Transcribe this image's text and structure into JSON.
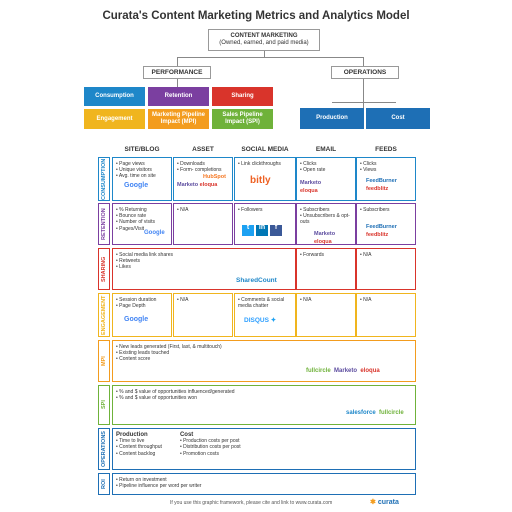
{
  "title": "Curata's Content Marketing Metrics and Analytics Model",
  "top_box": {
    "line1": "CONTENT MARKETING",
    "line2": "(Owned, earned, and paid media)"
  },
  "performance": {
    "label": "PERFORMANCE",
    "boxes": [
      {
        "label": "Consumption",
        "color": "#1e87c9"
      },
      {
        "label": "Retention",
        "color": "#7b3fa0"
      },
      {
        "label": "Sharing",
        "color": "#d9342b"
      },
      {
        "label": "Engagement",
        "color": "#f0b51e"
      },
      {
        "label": "Marketing Pipeline Impact (MPI)",
        "color": "#f39c1e"
      },
      {
        "label": "Sales Pipeline Impact (SPI)",
        "color": "#6fb23a"
      }
    ]
  },
  "operations": {
    "label": "OPERATIONS",
    "boxes": [
      {
        "label": "Production",
        "color": "#1e6fb5"
      },
      {
        "label": "Cost",
        "color": "#1e6fb5"
      }
    ]
  },
  "columns": [
    "SITE/BLOG",
    "ASSET",
    "SOCIAL MEDIA",
    "EMAIL",
    "FEEDS"
  ],
  "rows": {
    "consumption": {
      "label": "CONSUMPTION",
      "color": "#1e87c9",
      "cells": [
        [
          "Page views",
          "Unique visitors",
          "Avg. time on site"
        ],
        [
          "Downloads",
          "Form- completions"
        ],
        [
          "Link clickthroughs"
        ],
        [
          "Clicks",
          "Open rate"
        ],
        [
          "Clicks",
          "Views"
        ]
      ],
      "logos": [
        "Google Analytics",
        "HubSpot Marketo eloqua",
        "bitly",
        "Marketo eloqua",
        "FeedBurner feedblitz"
      ]
    },
    "retention": {
      "label": "RETENTION",
      "color": "#7b3fa0",
      "cells": [
        [
          "% Returning",
          "Bounce rate",
          "Number of visits",
          "Pages/Visit"
        ],
        [
          "N/A"
        ],
        [
          "Followers"
        ],
        [
          "Subscribers",
          "Unsubscribers & opt-outs"
        ],
        [
          "Subscribers"
        ]
      ],
      "logos": [
        "Google Analytics",
        "",
        "twitter in f",
        "Marketo eloqua",
        "FeedBurner feedblitz"
      ]
    },
    "sharing": {
      "label": "SHARING",
      "color": "#d9342b",
      "cells": [
        [
          "Social media link shares",
          "Retweets",
          "Likes"
        ],
        [
          "Forwards"
        ],
        [
          "N/A"
        ]
      ],
      "logos": [
        "SharedCount"
      ]
    },
    "engagement": {
      "label": "ENGAGEMENT",
      "color": "#f0b51e",
      "cells": [
        [
          "Session duration",
          "Page Depth"
        ],
        [
          "N/A"
        ],
        [
          "Comments & social media chatter"
        ],
        [
          "N/A"
        ],
        [
          "N/A"
        ]
      ],
      "logos": [
        "Google Analytics",
        "",
        "DISQUS twitter",
        "",
        ""
      ]
    },
    "mpi": {
      "label": "MPI",
      "color": "#f39c1e",
      "items": [
        "New leads generated (First, last, & multitouch)",
        "Existing leads touched",
        "Content score"
      ],
      "logos": "fullcircle Marketo eloqua"
    },
    "spi": {
      "label": "SPI",
      "color": "#6fb23a",
      "items": [
        "% and $ value of opportunities influenced/generated",
        "% and $ value of opportunities won"
      ],
      "logos": "salesforce fullcircle"
    },
    "operations": {
      "label": "OPERATIONS",
      "color": "#1e6fb5",
      "production": {
        "head": "Production",
        "items": [
          "Time to live",
          "Content throughput",
          "Content backlog"
        ]
      },
      "cost": {
        "head": "Cost",
        "items": [
          "Production costs per post",
          "Distribution costs per post",
          "Promotion costs"
        ]
      }
    },
    "roi": {
      "label": "ROI",
      "color": "#1e6fb5",
      "items": [
        "Return on investment",
        "Pipeline influence per word per writer"
      ]
    }
  },
  "footer": "If you use this graphic framework, please cite and link to www.curata.com",
  "brand": "curata"
}
